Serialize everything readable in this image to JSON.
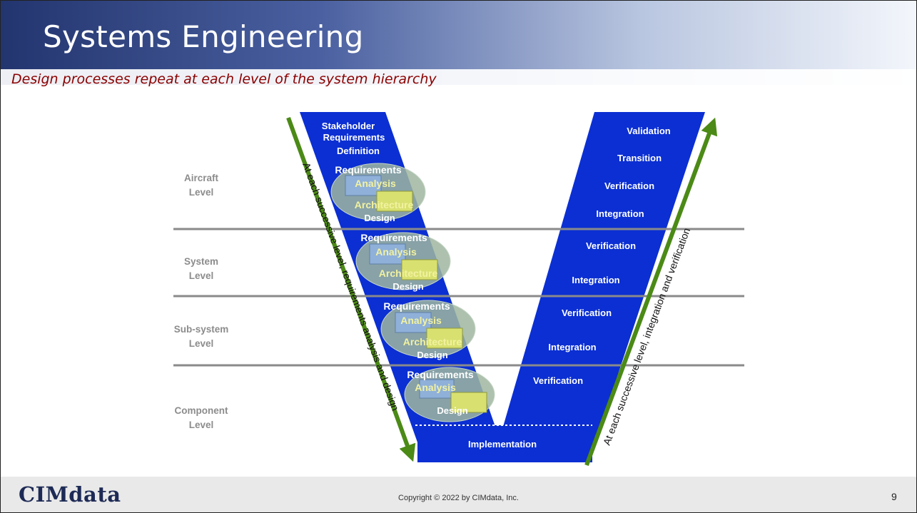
{
  "slide": {
    "title": "Systems Engineering",
    "subtitle": "Design processes repeat at each level of the system hierarchy",
    "copyright": "Copyright © 2022 by CIMdata, Inc.",
    "page_number": "9",
    "logo_text": "CIMdata"
  },
  "levels": [
    {
      "label": "Aircraft\nLevel"
    },
    {
      "label": "System\nLevel"
    },
    {
      "label": "Sub-system\nLevel"
    },
    {
      "label": "Component\nLevel"
    }
  ],
  "left_leg": {
    "header": [
      "Stakeholder",
      "Requirements",
      "Definition"
    ],
    "blocks": [
      {
        "req": "Requirements",
        "analysis": "Analysis",
        "arch": "Architecture",
        "design": "Design"
      },
      {
        "req": "Requirements",
        "analysis": "Analysis",
        "arch": "Architecture",
        "design": "Design"
      },
      {
        "req": "Requirements",
        "analysis": "Analysis",
        "arch": "Architecture",
        "design": "Design"
      },
      {
        "req": "Requirements",
        "analysis": "Analysis",
        "arch": "",
        "design": "Design"
      }
    ]
  },
  "right_leg": {
    "items": [
      "Validation",
      "Transition",
      "Verification",
      "Integration",
      "Verification",
      "Integration",
      "Verification",
      "Integration",
      "Verification"
    ]
  },
  "bottom": {
    "label": "Implementation"
  },
  "arrows": {
    "left": "At each successive level, requirements analysis and design",
    "right": "At each successive level, integration and verification"
  },
  "colors": {
    "v_blue": "#0b2fd2",
    "arrow_green": "#4b8a16",
    "level_gray": "#8c8c8c",
    "subtitle_red": "#8b0000"
  }
}
